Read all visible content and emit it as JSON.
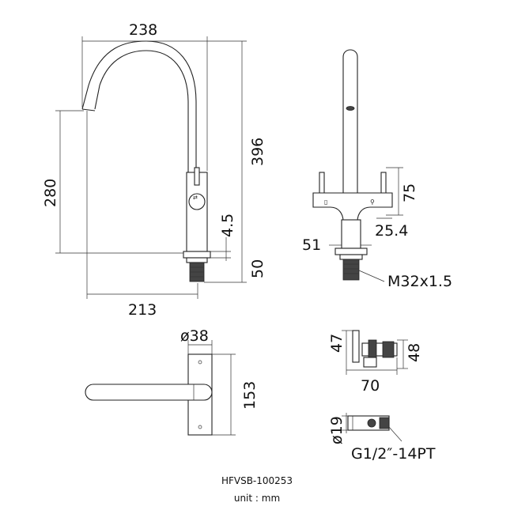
{
  "dimensions": {
    "front_width_top": "238",
    "front_height_total": "396",
    "front_spout_height": "280",
    "front_base_gap": "4.5",
    "front_shank": "50",
    "front_reach": "213",
    "side_handle_height": "75",
    "side_handle_offset": "25.4",
    "side_body_width": "51",
    "side_thread": "M32x1.5",
    "top_diameter": "ø38",
    "top_handle_length": "153",
    "valve_height_a": "47",
    "valve_height_b": "48",
    "valve_length": "70",
    "valve_diameter": "ø19",
    "valve_thread": "G1/2″-14PT"
  },
  "footer": {
    "model": "HFVSB-100253",
    "unit": "unit : mm"
  }
}
